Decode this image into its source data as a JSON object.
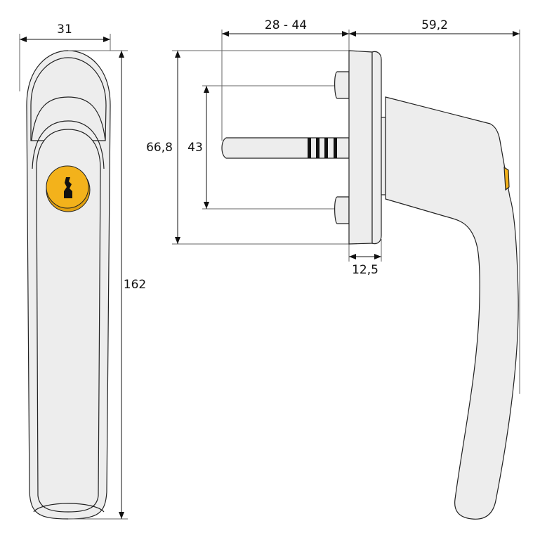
{
  "dimensions": {
    "width": "31",
    "height": "162",
    "spindle_length": "28 - 44",
    "handle_depth": "59,2",
    "rosette_height": "66,8",
    "screw_spacing": "43",
    "rosette_thickness": "12,5"
  },
  "colors": {
    "body": "#ededed",
    "outline": "#222222",
    "key": "#f3b21b",
    "dim": "#666666"
  }
}
